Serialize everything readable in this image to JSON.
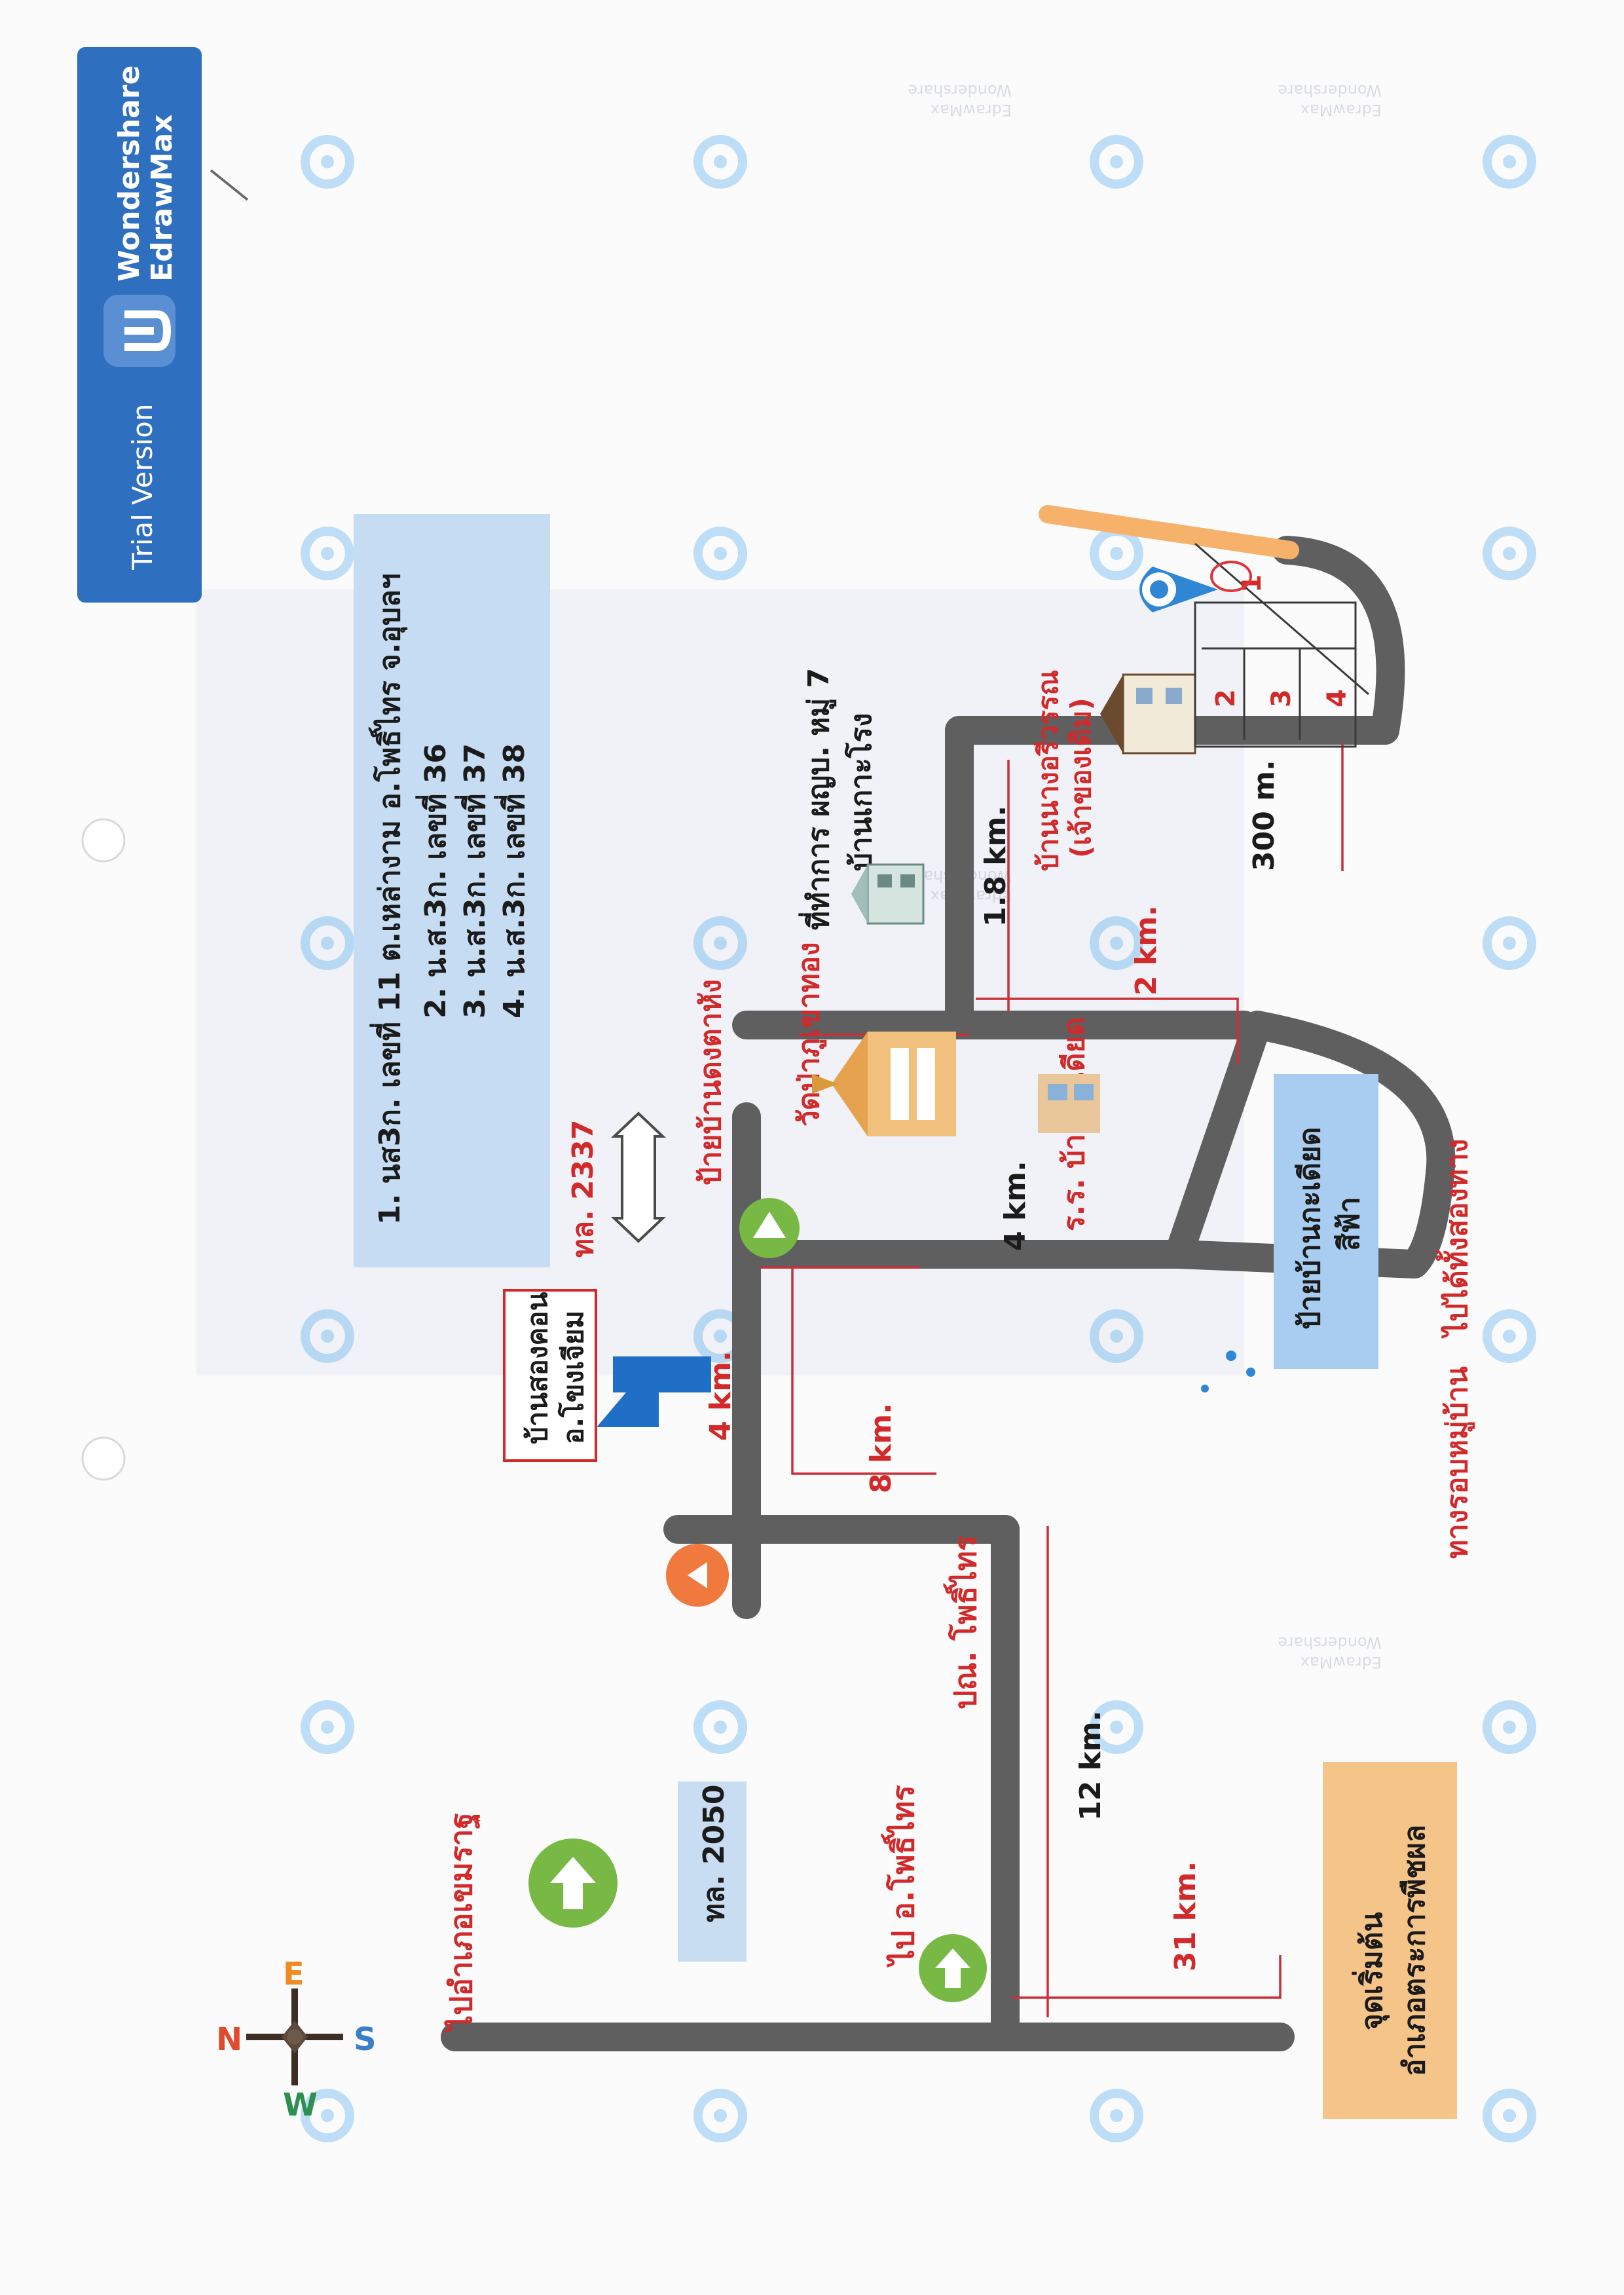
{
  "watermark": {
    "trial": "Trial Version",
    "brand_line1": "Wondershare",
    "brand_line2": "EdrawMax",
    "repeat_text_1": "Wondershare",
    "repeat_text_2": "EdrawMax"
  },
  "legend": {
    "line1": "1. นส3ก. เลขที่ 11 ต.เหล่างาม อ.โพธิ์ไทร จ.อุบลฯ",
    "line2": "2. น.ส.3ก. เลขที่ 36",
    "line3": "3. น.ส.3ก. เลขที่ 37",
    "line4": "4. น.ส.3ก. เลขที่ 38"
  },
  "compass": {
    "n": "N",
    "e": "E",
    "s": "S",
    "w": "W"
  },
  "start_box": {
    "line1": "จุดเริ่มต้น",
    "line2": "อำเภอตระการพืชผล"
  },
  "labels": {
    "to_khemarat": "ไปอำเภอเขมราฐ",
    "hwy_2050": "ทล. 2050",
    "to_pho_sai": "ไป อ.โพธิ์ไทร",
    "post_office": "ปณ. โพธิ์ไทร",
    "ban_song_khon_1": "บ้านสองคอน",
    "ban_song_khon_2": "อ.โขงเจียม",
    "hwy_2337": "ทล. 2337",
    "sign_dong_ta_hang": "ป้ายบ้านดงตาหัง",
    "wat_pa": "วัดป่าภูเขาทอง",
    "office_1": "ที่ทำการ ผญบ. หมู่ 7",
    "office_2": "บ้านเกาะโรง",
    "school": "ร.ร. บ้านกะเดียด",
    "sign_kadiat_1": "ป้ายบ้านกะเดียด",
    "sign_kadiat_2": "สีฟ้า",
    "bypass_1": "ทางรอบหมู่บ้าน",
    "bypass_2": "ไปได้ทั้งสองทาง",
    "house_1": "บ้านนางอรีวรรณ",
    "house_2": "(เจ้าของเดิม)"
  },
  "distances": {
    "d31": "31 km.",
    "d12": "12 km.",
    "d8": "8 km.",
    "d4a": "4 km.",
    "d4b": "4 km.",
    "d2": "2 km.",
    "d18": "1.8 km.",
    "d300": "300 m."
  },
  "plots": {
    "p1": "1",
    "p2": "2",
    "p3": "3",
    "p4": "4"
  },
  "colors": {
    "road": "#5f5f5f",
    "label_red": "#d22a2a",
    "legend_bg": "#c6dcf3",
    "start_bg": "#f5c489",
    "hwy_bg": "#c8dcf2",
    "green_marker": "#78b945",
    "orange_marker": "#f07a3e",
    "blue_arrow": "#1f6fc7",
    "pin_blue": "#2f86d4",
    "brand_banner": "#2f6fbf"
  },
  "icons": [
    "compass-rose-icon",
    "north-arrow-icon",
    "two-way-arrow-icon",
    "direction-arrow-icon",
    "location-pin-icon",
    "temple-icon",
    "school-icon",
    "office-building-icon",
    "house-icon",
    "edrawmax-logo-icon"
  ]
}
